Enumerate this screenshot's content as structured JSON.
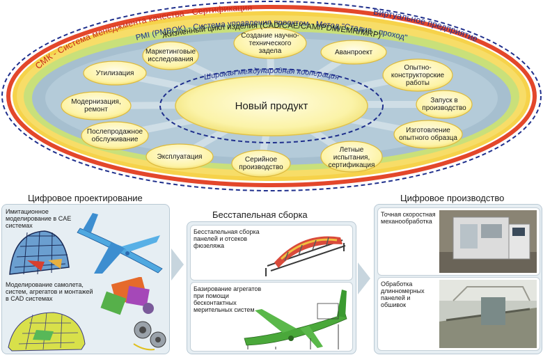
{
  "lifecycle": {
    "ring_qms": "СМК - Система менеджмента качества - Сертификация",
    "ring_virtual": "Виртуальное предприятие",
    "ring_pmi": "PMI (PMBOK) - Система управления проектом - Метод \"Стадия - проход\"",
    "ring_lifecycle": "Жизненный цикл изделия (CAD/CAE/CAM/PDM/EMR/MRP)",
    "ring_cooperation": "Широкая международная кооперация",
    "center": "Новый продукт",
    "stages": [
      {
        "label": "Маркетинговые исследования"
      },
      {
        "label": "Создание научно-технического задела"
      },
      {
        "label": "Аванпроект"
      },
      {
        "label": "Опытно-конструкторские работы"
      },
      {
        "label": "Запуск в производство"
      },
      {
        "label": "Изготовление опытного образца"
      },
      {
        "label": "Летные испытания, сертификация"
      },
      {
        "label": "Серийное производство"
      },
      {
        "label": "Эксплуатация"
      },
      {
        "label": "Послепродажное обслуживание"
      },
      {
        "label": "Модернизация, ремонт"
      },
      {
        "label": "Утилизация"
      }
    ]
  },
  "digital_design": {
    "title": "Цифровое проектирование",
    "item1": "Имитационное моделирование в CAE системах",
    "item2": "Моделирование самолета, систем, агрегатов и монтажей в CAD системах"
  },
  "seamless_assembly": {
    "title": "Бесстапельная сборка",
    "item1": "Бесстапельная сборка панелей и отсеков фюзеляжа",
    "item2": "Базирование агрегатов при помощи бесконтактных мерительных систем"
  },
  "digital_production": {
    "title": "Цифровое производство",
    "item1": "Точная скоростная механообработка",
    "item2": "Обработка длинномерных панелей и обшивок"
  }
}
